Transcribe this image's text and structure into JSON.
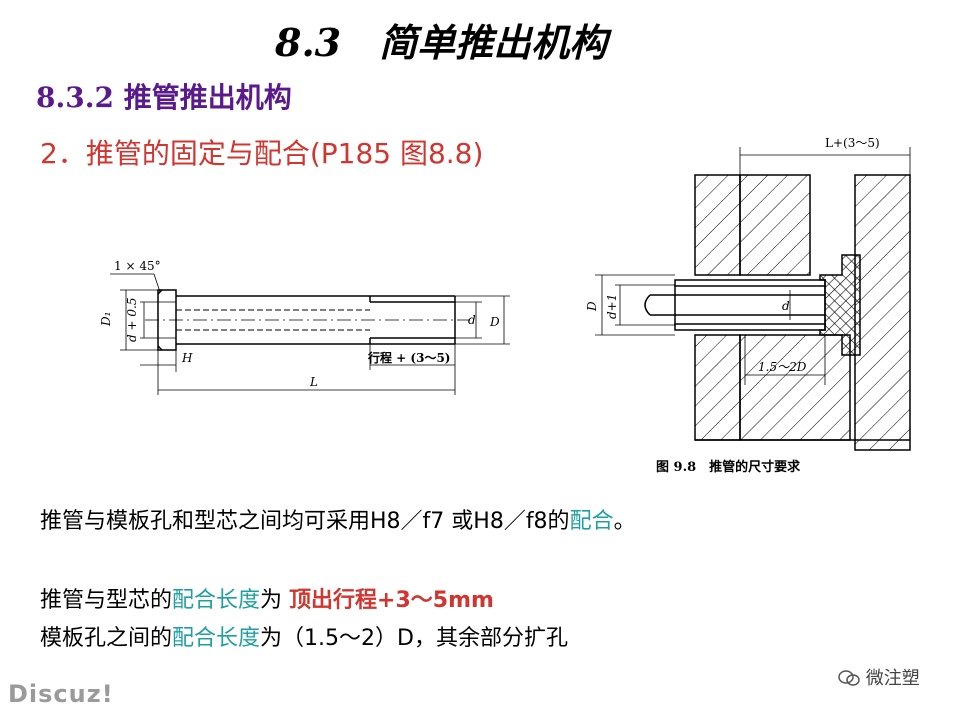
{
  "slide": {
    "title": "8.3　简单推出机构",
    "subtitle": "8.3.2  推管推出机构",
    "heading": "2．推管的固定与配合(P185 图8.8)"
  },
  "figure_left": {
    "chamfer_label": "1 × 45°",
    "dim_D1": "D₁",
    "dim_d05": "d + 0.5",
    "dim_d": "d",
    "dim_D": "D",
    "dim_H": "H",
    "dim_stroke": "行程 + (3～5)",
    "dim_L": "L"
  },
  "figure_right": {
    "dim_top": "L+(3～5)",
    "dim_D": "D",
    "dim_d1": "d+1",
    "dim_d": "d",
    "dim_bottom": "1.5～2D",
    "caption": "图 9.8　推管的尺寸要求"
  },
  "body": {
    "line1_a": "推管与模板孔和型芯之间均可采用H8／f7 或H8／f8的",
    "line1_b": "配合",
    "line1_c": "。",
    "line2_a": "推管与型芯的",
    "line2_b": "配合长度",
    "line2_c": "为 ",
    "line2_d": "顶出行程+3～5mm",
    "line3_a": "模板孔之间的",
    "line3_b": "配合长度",
    "line3_c": "为（1.5～2）D，其余部分扩孔"
  },
  "watermarks": {
    "left": "Discuz!",
    "right": "微注塑"
  },
  "colors": {
    "title": "#000000",
    "subtitle": "#5b1a8c",
    "heading": "#d0352f",
    "highlight_teal": "#1f9fa0",
    "highlight_red": "#d0352f"
  }
}
